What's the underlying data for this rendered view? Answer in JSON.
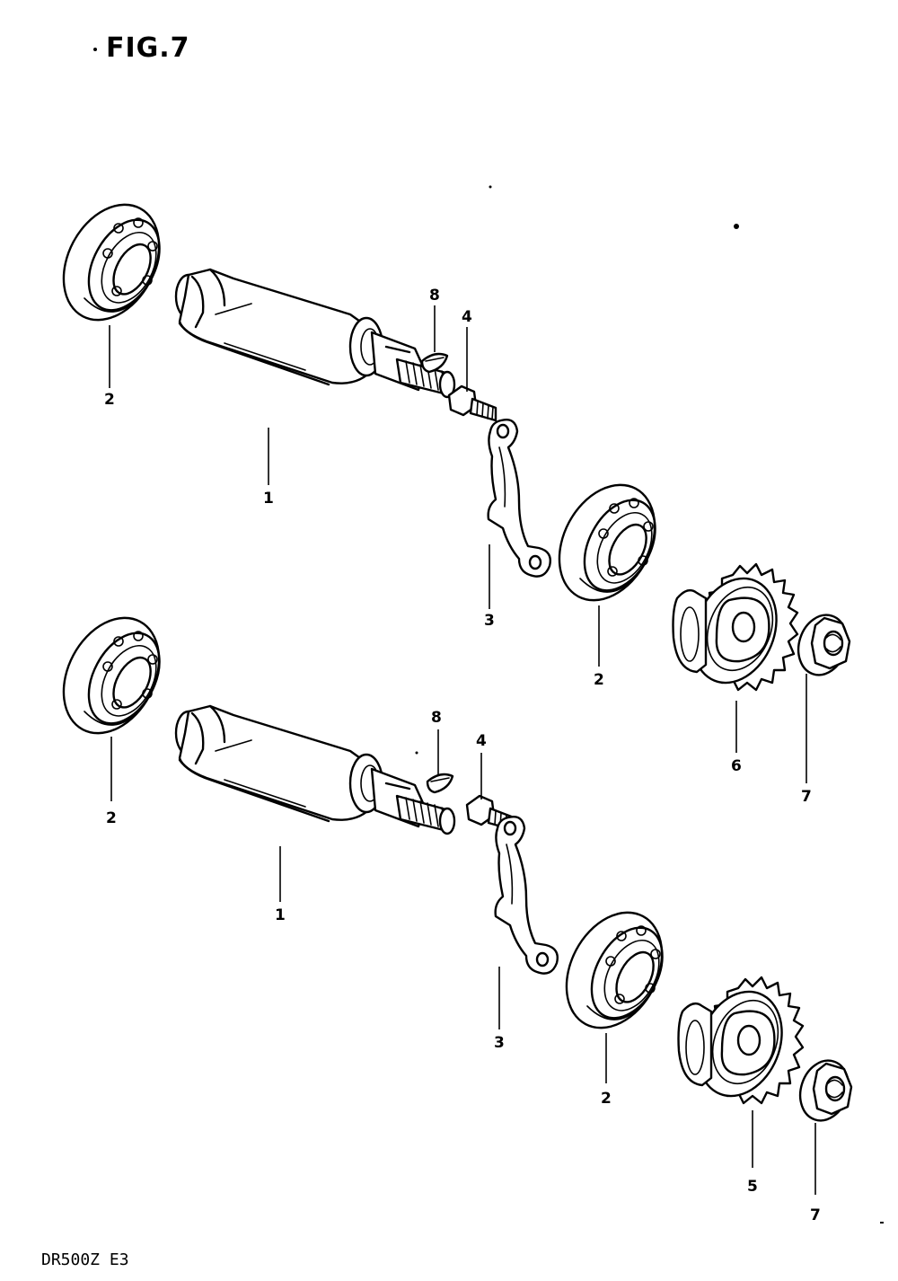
{
  "figure": {
    "title": "FIG.7"
  },
  "footer": {
    "model_code": "DR500Z E3"
  },
  "assemblies": [
    {
      "callouts": [
        {
          "id": "shaft",
          "label": "1"
        },
        {
          "id": "bearing-left",
          "label": "2"
        },
        {
          "id": "key",
          "label": "8"
        },
        {
          "id": "bolt",
          "label": "4"
        },
        {
          "id": "plate",
          "label": "3"
        },
        {
          "id": "bearing-right",
          "label": "2"
        },
        {
          "id": "gear",
          "label": "6"
        },
        {
          "id": "nut",
          "label": "7"
        }
      ]
    },
    {
      "callouts": [
        {
          "id": "bearing-left",
          "label": "2"
        },
        {
          "id": "shaft",
          "label": "1"
        },
        {
          "id": "key",
          "label": "8"
        },
        {
          "id": "bolt",
          "label": "4"
        },
        {
          "id": "plate",
          "label": "3"
        },
        {
          "id": "bearing-right",
          "label": "2"
        },
        {
          "id": "gear",
          "label": "5"
        },
        {
          "id": "nut",
          "label": "7"
        }
      ]
    }
  ]
}
